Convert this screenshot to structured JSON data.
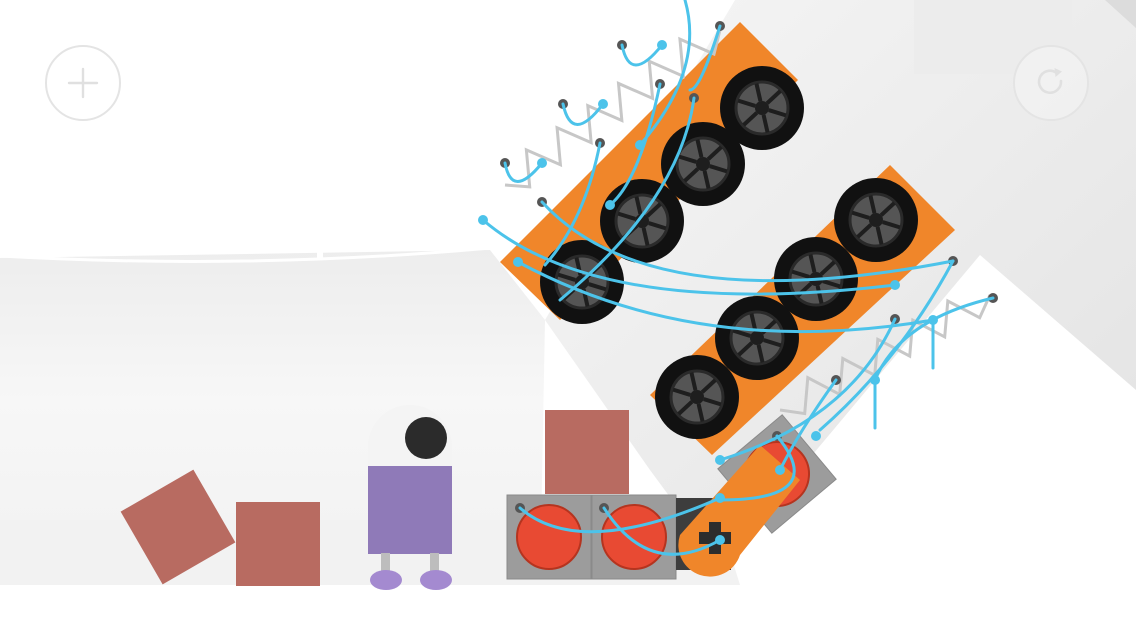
{
  "hud": {
    "add_button_icon": "plus-icon",
    "restart_button_icon": "restart-icon",
    "add_button_label": "",
    "restart_button_label": ""
  },
  "palette": {
    "background": "#ffffff",
    "ground": "#f2f2f2",
    "crate": "#b86b61",
    "robot_body": "#8f7ab8",
    "robot_head": "#f4f4f4",
    "robot_eye": "#2b2b2b",
    "robot_feet": "#a48ad0",
    "chassis_orange": "#f0862a",
    "wheel": "#111111",
    "hub": "#555555",
    "button_block": "#9c9c9c",
    "red_button": "#e84a33",
    "wire": "#4cc3ea",
    "spring": "#c7c7c7",
    "hud_outline": "#e4e4e4"
  },
  "scene": {
    "crates": [
      "crate-tilted",
      "crate-floor",
      "crate-stacked"
    ],
    "robot": "one-eyed-robot",
    "vehicle": [
      "wheel-arm-upper",
      "wheel-arm-lower",
      "motor-joint"
    ],
    "arm_wheels": [
      4,
      4
    ],
    "red_buttons": 3,
    "spring_chains": 2
  }
}
